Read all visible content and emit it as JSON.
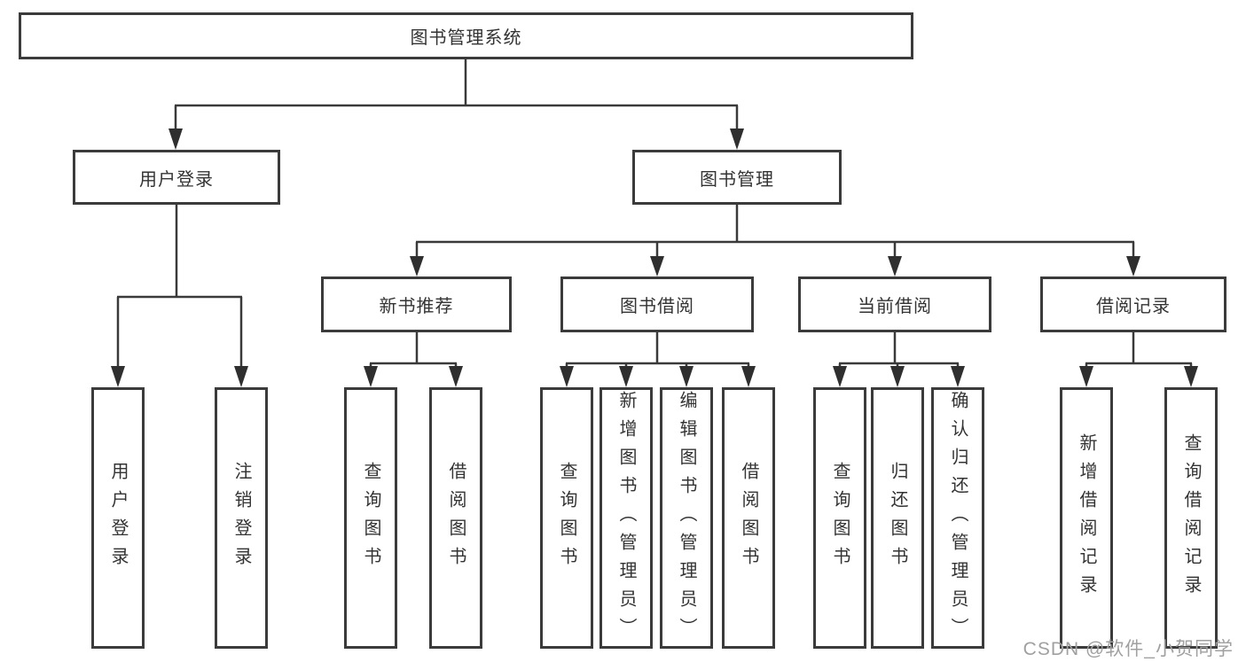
{
  "diagram": {
    "root_label": "图书管理系统",
    "level2": [
      {
        "label": "用户登录"
      },
      {
        "label": "图书管理"
      }
    ],
    "level3": [
      {
        "label": "新书推荐"
      },
      {
        "label": "图书借阅"
      },
      {
        "label": "当前借阅"
      },
      {
        "label": "借阅记录"
      }
    ],
    "leaf_groups": [
      {
        "parent": "用户登录",
        "items": [
          "用户登录",
          "注销登录"
        ]
      },
      {
        "parent": "新书推荐",
        "items": [
          "查询图书",
          "借阅图书"
        ]
      },
      {
        "parent": "图书借阅",
        "items": [
          "查询图书",
          "新增图书（管理员）",
          "编辑图书（管理员）",
          "借阅图书"
        ]
      },
      {
        "parent": "当前借阅",
        "items": [
          "查询图书",
          "归还图书",
          "确认归还（管理员）"
        ]
      },
      {
        "parent": "借阅记录",
        "items": [
          "新增借阅记录",
          "查询借阅记录"
        ]
      }
    ]
  },
  "watermark": {
    "text": "CSDN @软件_小贺同学"
  },
  "colors": {
    "line": "#3a3a3a",
    "box_border": "#3b3b3b",
    "text": "#333333",
    "watermark": "#a0a0a0",
    "background": "#ffffff"
  }
}
